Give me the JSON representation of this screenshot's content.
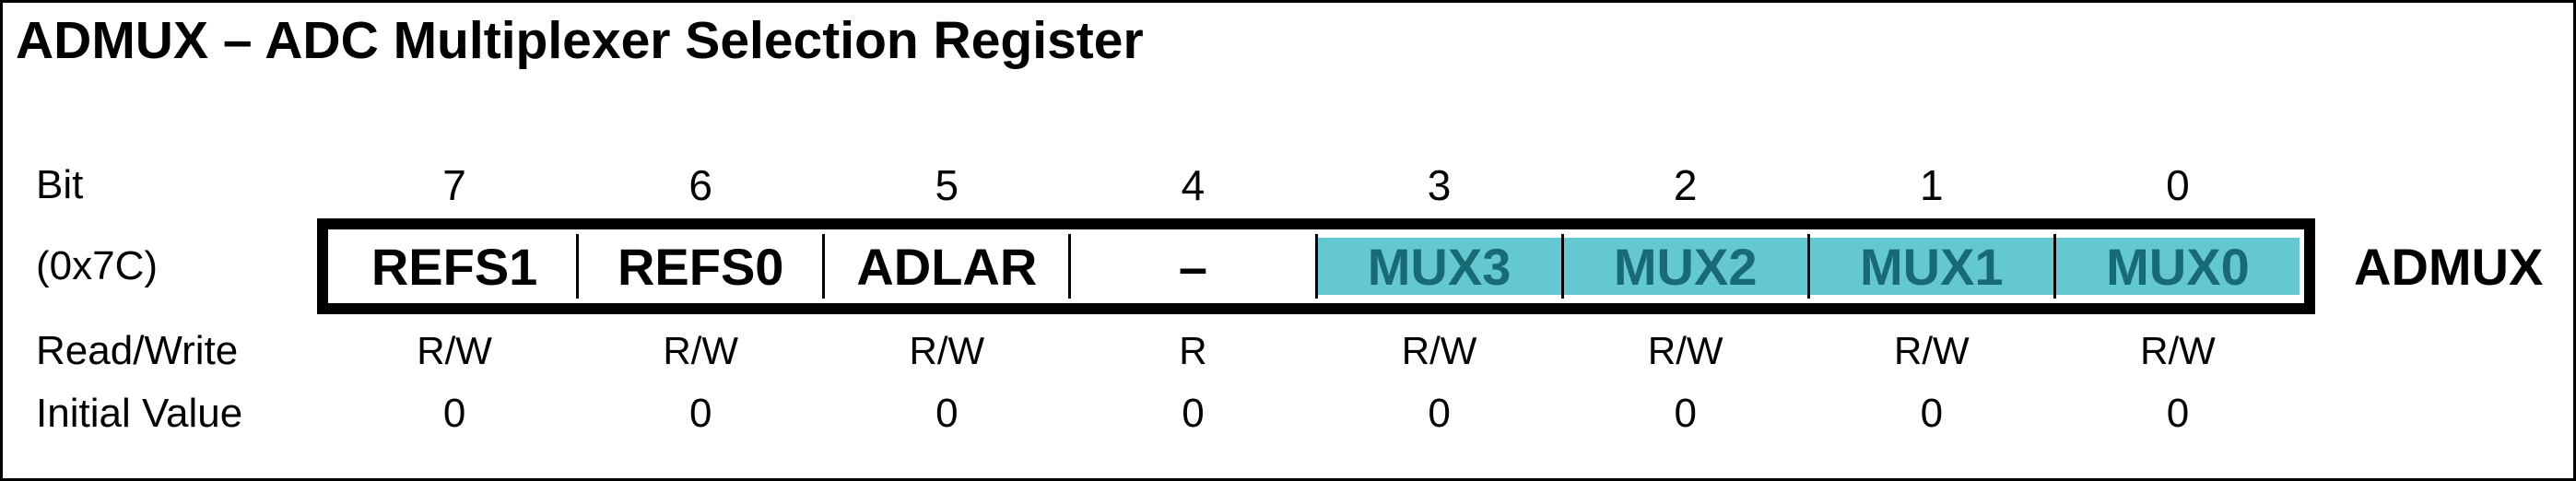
{
  "title": "ADMUX – ADC Multiplexer Selection Register",
  "colors": {
    "highlight_fill": "#63C8D2",
    "highlight_text": "#186A74"
  },
  "bit_row": {
    "label": "Bit",
    "numbers": [
      "7",
      "6",
      "5",
      "4",
      "3",
      "2",
      "1",
      "0"
    ]
  },
  "register": {
    "address": "(0x7C)",
    "name": "ADMUX",
    "fields": [
      {
        "name": "REFS1",
        "highlighted": false
      },
      {
        "name": "REFS0",
        "highlighted": false
      },
      {
        "name": "ADLAR",
        "highlighted": false
      },
      {
        "name": "–",
        "highlighted": false
      },
      {
        "name": "MUX3",
        "highlighted": true
      },
      {
        "name": "MUX2",
        "highlighted": true
      },
      {
        "name": "MUX1",
        "highlighted": true
      },
      {
        "name": "MUX0",
        "highlighted": true
      }
    ]
  },
  "read_write_row": {
    "label": "Read/Write",
    "values": [
      "R/W",
      "R/W",
      "R/W",
      "R",
      "R/W",
      "R/W",
      "R/W",
      "R/W"
    ]
  },
  "initial_value_row": {
    "label": "Initial Value",
    "values": [
      "0",
      "0",
      "0",
      "0",
      "0",
      "0",
      "0",
      "0"
    ]
  }
}
